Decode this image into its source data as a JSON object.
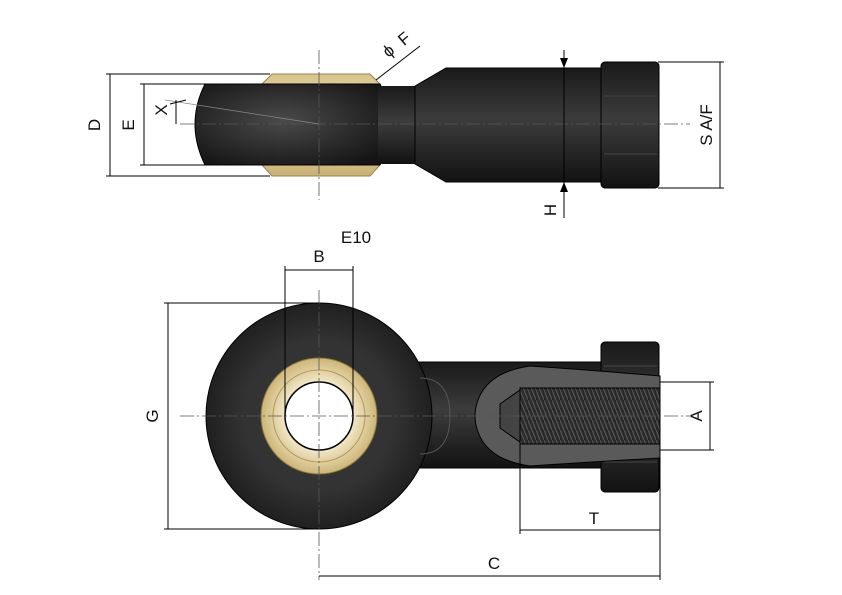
{
  "model": "E10",
  "labels": {
    "top_d": "D",
    "top_e": "E",
    "top_x": "X",
    "top_f": "F",
    "top_f_symbol": "ϕ",
    "top_h": "H",
    "top_saf": "S A/F",
    "front_b": "B",
    "front_g": "G",
    "front_a": "A",
    "front_t": "T",
    "front_c": "C"
  },
  "colors": {
    "body": "#2b2b2b",
    "body_dark": "#161616",
    "bronze": "#e8d9a8",
    "bronze_dark": "#c4ae70",
    "line": "#000000"
  },
  "icons": {
    "diameter_symbol": "diameter-symbol-icon"
  }
}
